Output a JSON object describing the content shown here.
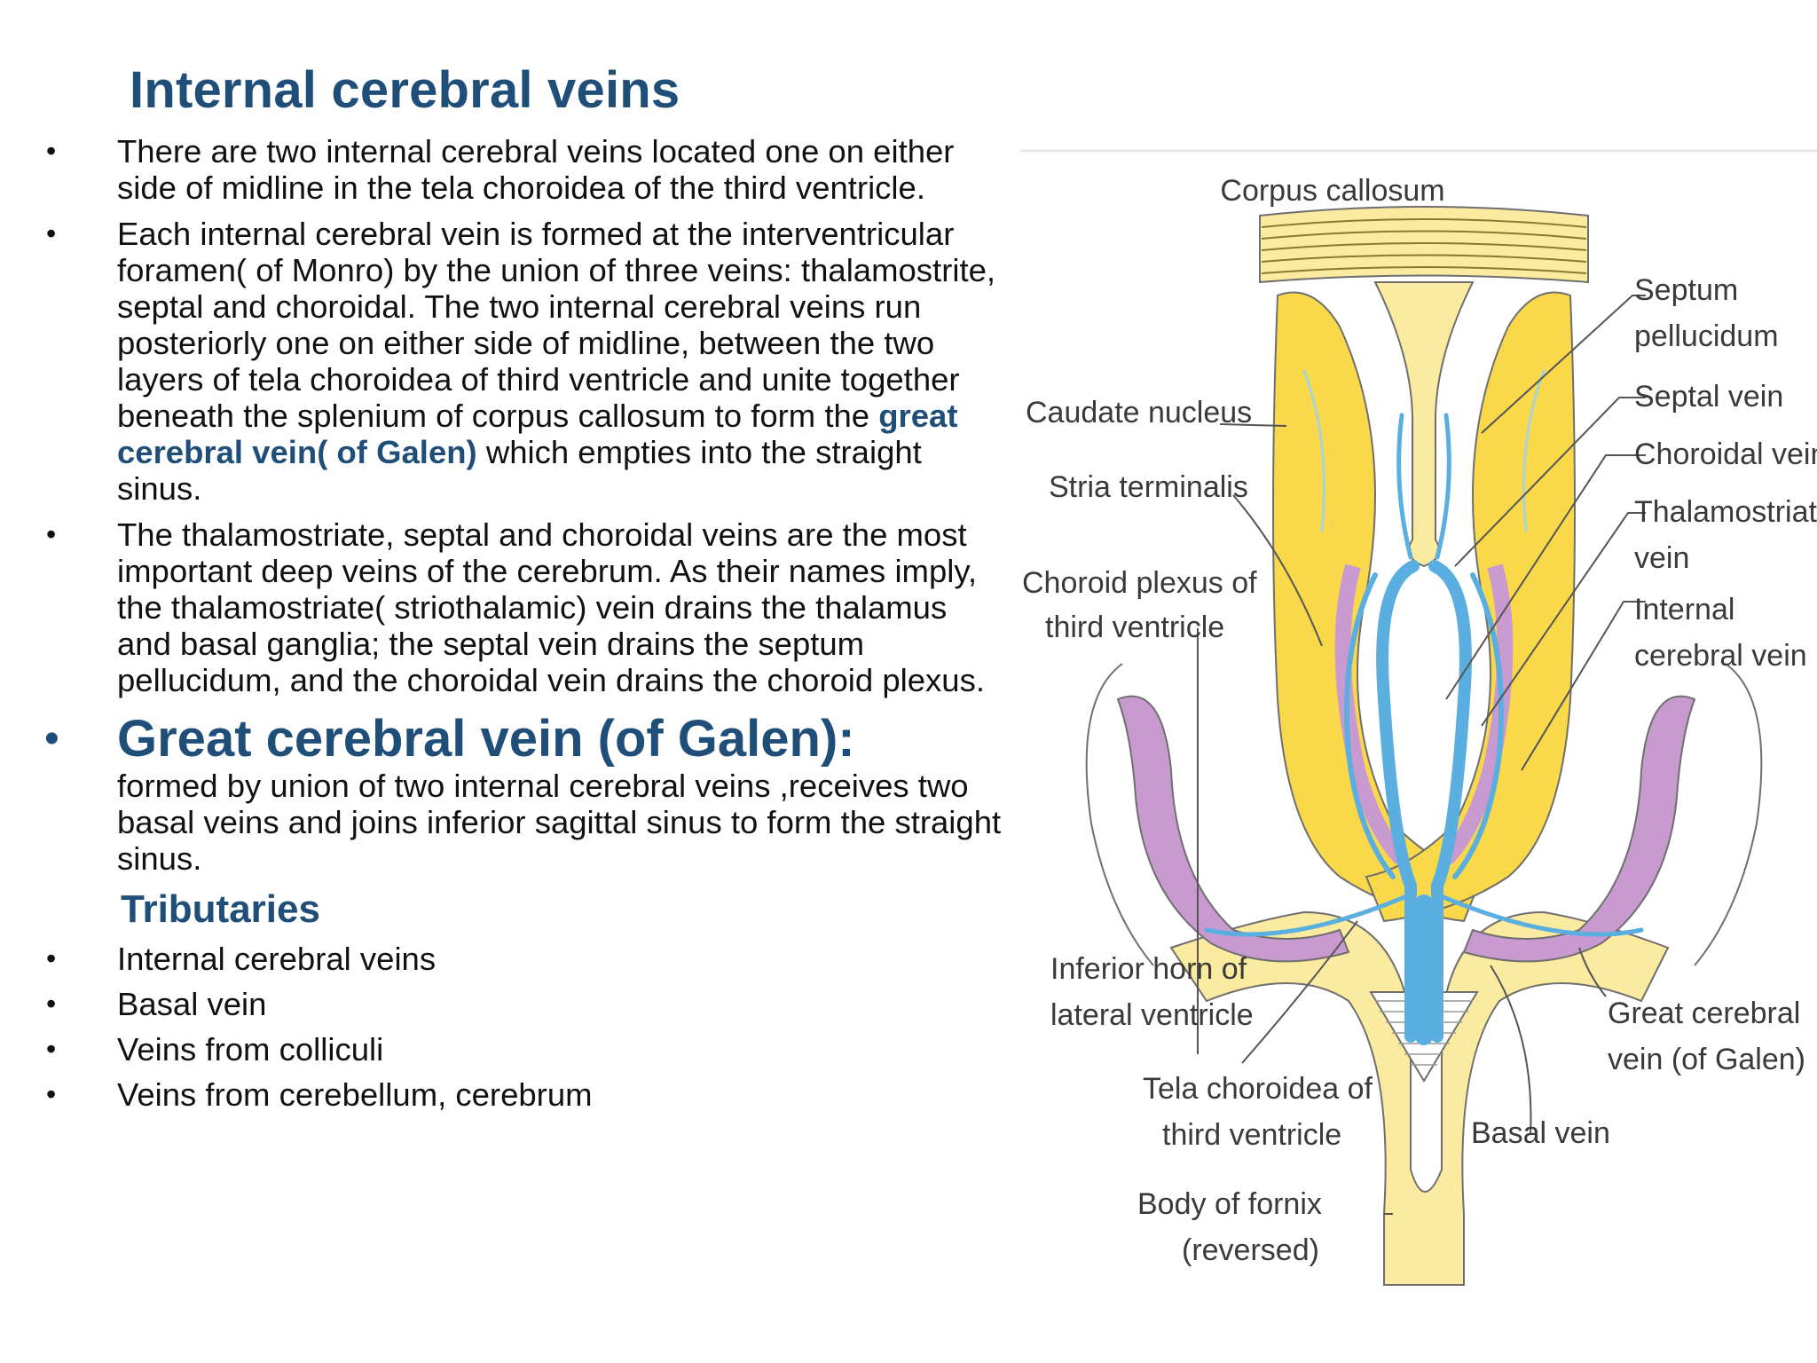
{
  "title": "Internal cerebral veins",
  "bullets": [
    "There are two internal cerebral veins located one on either side of midline in the tela choroidea of the third ventricle.",
    {
      "before": "Each internal cerebral vein is formed at the interventricular foramen( of Monro) by the union of three veins: thalamostrite, septal and choroidal. The two internal cerebral veins run posteriorly one on either side of midline, between the two layers of tela choroidea of third ventricle and unite together beneath the splenium of corpus callosum to form the ",
      "highlight": "great cerebral vein( of Galen)",
      "after": " which empties into the straight sinus."
    },
    "The thalamostriate, septal and choroidal veins are the most important deep veins of the cerebrum. As their names imply, the thalamostriate( striothalamic) vein drains the thalamus and basal ganglia; the septal vein drains the septum pellucidum, and the choroidal vein drains the choroid plexus."
  ],
  "galen": {
    "heading": "Great cerebral vein (of Galen):",
    "text": "formed by union of two internal cerebral veins ,receives two basal veins and joins inferior sagittal sinus to form the straight sinus."
  },
  "tributaries": {
    "heading": "Tributaries",
    "items": [
      "Internal cerebral veins",
      "Basal vein",
      "Veins from colliculi",
      "Veins from cerebellum, cerebrum"
    ]
  },
  "bullet_char": "•",
  "figure": {
    "labels": {
      "corpus_callosum": "Corpus callosum",
      "septum_pellucidum_1": "Septum",
      "septum_pellucidum_2": "pellucidum",
      "septal_vein": "Septal vein",
      "choroidal_vein": "Choroidal vein",
      "thalamostriate_1": "Thalamostriate",
      "thalamostriate_2": "vein",
      "internal_cerebral_1": "Internal",
      "internal_cerebral_2": "cerebral vein",
      "caudate_nucleus": "Caudate nucleus",
      "stria_terminalis": "Stria terminalis",
      "choroid_plexus_1": "Choroid plexus of",
      "choroid_plexus_2": "third ventricle",
      "inferior_horn_1": "Inferior horn of",
      "inferior_horn_2": "lateral ventricle",
      "tela_choroidea_1": "Tela choroidea of",
      "tela_choroidea_2": "third ventricle",
      "basal_vein": "Basal vein",
      "great_cerebral_1": "Great cerebral",
      "great_cerebral_2": "vein (of Galen)",
      "body_fornix_1": "Body of fornix",
      "body_fornix_2": "(reversed)"
    },
    "colors": {
      "yellow": "#f9d84a",
      "pale_yellow": "#fbeba0",
      "vein_blue": "#5aaee0",
      "plexus_purple": "#c89ad0",
      "outline": "#6f6f6f"
    }
  }
}
